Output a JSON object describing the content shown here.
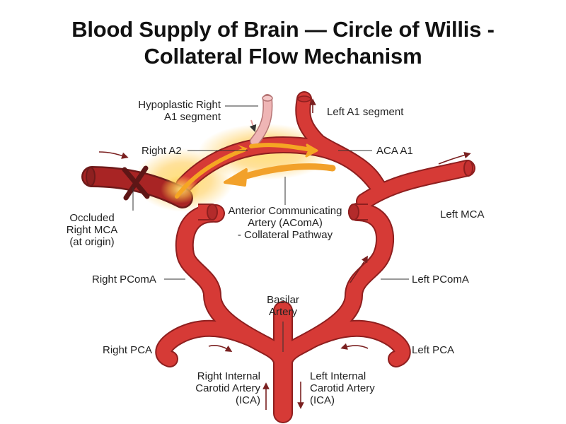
{
  "title": {
    "line1": "Blood Supply of Brain — Circle of Willis -",
    "line2": "Collateral Flow Mechanism"
  },
  "labels": {
    "hypoplastic_right_a1_l1": "Hypoplastic Right",
    "hypoplastic_right_a1_l2": "A1 segment",
    "left_a1": "Left A1 segment",
    "right_a2": "Right A2",
    "aca_a1": "ACA A1",
    "acom_l1": "Anterior Communicating",
    "acom_l2": "Artery (AComA)",
    "acom_l3": "- Collateral Pathway",
    "occluded_l1": "Occluded",
    "occluded_l2": "Right MCA",
    "occluded_l3": "(at origin)",
    "left_mca": "Left MCA",
    "right_pcoma": "Right PComA",
    "left_pcoma": "Left PComA",
    "basilar_l1": "Basilar",
    "basilar_l2": "Artery",
    "right_pca": "Right PCA",
    "left_pca": "Left PCA",
    "right_ica_l1": "Right Internal",
    "right_ica_l2": "Carotid Artery",
    "right_ica_l3": "(ICA)",
    "left_ica_l1": "Left Internal",
    "left_ica_l2": "Carotid Artery",
    "left_ica_l3": "(ICA)"
  },
  "colors": {
    "artery": "#d63a36",
    "artery_dark": "#8e1f1f",
    "artery_light": "#e8a2a2",
    "occluded": "#a82424",
    "x_mark": "#5e1616",
    "flow_arrow": "#f5a623",
    "glow": "#ffd54a",
    "direction_arrow": "#7a2020",
    "leader_line": "#333333"
  }
}
